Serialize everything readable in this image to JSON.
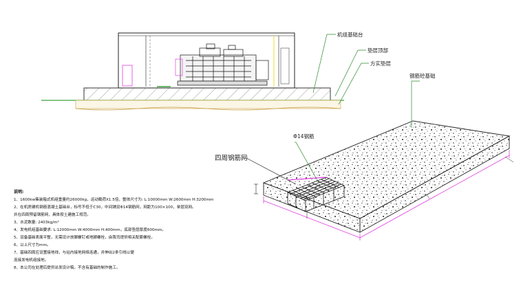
{
  "labels": {
    "genset_base": "机组基础台",
    "cushion_top": "垫层顶部",
    "rubble_cushion": "方实垫层",
    "rc_foundation": "钢筋砼基础",
    "rebar_phi14": "Φ14钢筋",
    "perimeter_mesh": "四周钢筋网"
  },
  "notes": {
    "title": "说明:",
    "items": [
      "1、1600kw集装箱式机组重量约26000kg，运动载荷X1.5倍，整体尺寸为: L:10000mm  W:2600mm  H:3200mm",
      "2、在机房建机钢筋混凝土基础台，标号不低于C30，中间铺设Φ14钢筋网，网距为100×100，单层双网。",
      "   并在四周预留钢筋网，具体按土建施工规范。",
      "3、水泥数量: 2403kg/m³",
      "4、发电机组基础要求: L:12000mm  W:4000mm  H:400mm，底部垫层厚度600mm。",
      "5、设备基础表面平整，无需设计放脚螺钉或地脚螺栓，由我司提供相关配套螺栓。",
      "6、以上尺寸为mm。",
      "7、基础四周应设置接地线，与站内接地网络连通，并伸出2条引线以便",
      "   连接发电机组接地。",
      "8、本公司在处理后提供派发设计稿，不含有基础的制作施工。"
    ]
  },
  "colors": {
    "line": "#222222",
    "ground": "#3aa23a",
    "leader": "#2e8b2e",
    "magenta": "#e040e0",
    "yellow": "#e8d800",
    "earth": "#c8a040"
  }
}
